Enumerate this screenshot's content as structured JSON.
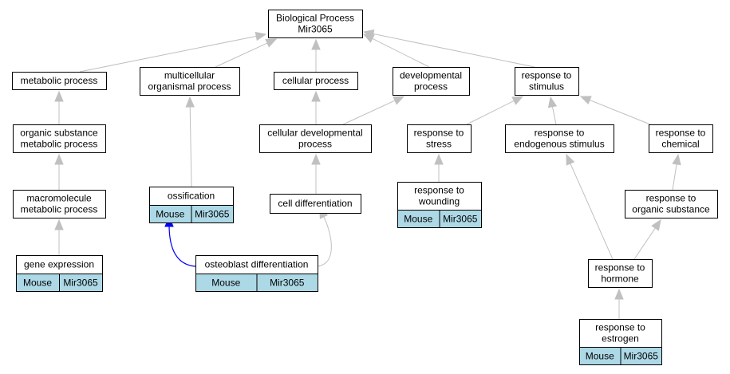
{
  "nodes": {
    "biological_process": {
      "lines": [
        "Biological Process",
        "Mir3065"
      ]
    },
    "metabolic_process": {
      "lines": [
        "metabolic process"
      ]
    },
    "multicellular_organismal_process": {
      "lines": [
        "multicellular",
        "organismal process"
      ]
    },
    "cellular_process": {
      "lines": [
        "cellular process"
      ]
    },
    "developmental_process": {
      "lines": [
        "developmental",
        "process"
      ]
    },
    "response_to_stimulus": {
      "lines": [
        "response to",
        "stimulus"
      ]
    },
    "organic_substance_metabolic_process": {
      "lines": [
        "organic substance",
        "metabolic process"
      ]
    },
    "cellular_developmental_process": {
      "lines": [
        "cellular developmental",
        "process"
      ]
    },
    "response_to_stress": {
      "lines": [
        "response to",
        "stress"
      ]
    },
    "response_to_endogenous_stimulus": {
      "lines": [
        "response to",
        "endogenous stimulus"
      ]
    },
    "response_to_chemical": {
      "lines": [
        "response to",
        "chemical"
      ]
    },
    "macromolecule_metabolic_process": {
      "lines": [
        "macromolecule",
        "metabolic process"
      ]
    },
    "ossification": {
      "lines": [
        "ossification"
      ],
      "cells": [
        "Mouse",
        "Mir3065"
      ]
    },
    "cell_differentiation": {
      "lines": [
        "cell differentiation"
      ]
    },
    "response_to_wounding": {
      "lines": [
        "response to",
        "wounding"
      ],
      "cells": [
        "Mouse",
        "Mir3065"
      ]
    },
    "response_to_organic_substance": {
      "lines": [
        "response to",
        "organic substance"
      ]
    },
    "gene_expression": {
      "lines": [
        "gene expression"
      ],
      "cells": [
        "Mouse",
        "Mir3065"
      ]
    },
    "osteoblast_differentiation": {
      "lines": [
        "osteoblast differentiation"
      ],
      "cells": [
        "Mouse",
        "Mir3065"
      ]
    },
    "response_to_hormone": {
      "lines": [
        "response to",
        "hormone"
      ]
    },
    "response_to_estrogen": {
      "lines": [
        "response to",
        "estrogen"
      ],
      "cells": [
        "Mouse",
        "Mir3065"
      ]
    }
  },
  "edges": [
    {
      "from": "metabolic_process",
      "to": "biological_process"
    },
    {
      "from": "multicellular_organismal_process",
      "to": "biological_process"
    },
    {
      "from": "cellular_process",
      "to": "biological_process"
    },
    {
      "from": "developmental_process",
      "to": "biological_process"
    },
    {
      "from": "response_to_stimulus",
      "to": "biological_process"
    },
    {
      "from": "organic_substance_metabolic_process",
      "to": "metabolic_process"
    },
    {
      "from": "macromolecule_metabolic_process",
      "to": "organic_substance_metabolic_process"
    },
    {
      "from": "gene_expression",
      "to": "macromolecule_metabolic_process"
    },
    {
      "from": "ossification",
      "to": "multicellular_organismal_process"
    },
    {
      "from": "cellular_developmental_process",
      "to": "cellular_process"
    },
    {
      "from": "cellular_developmental_process",
      "to": "developmental_process"
    },
    {
      "from": "cell_differentiation",
      "to": "cellular_developmental_process"
    },
    {
      "from": "osteoblast_differentiation",
      "to": "cell_differentiation"
    },
    {
      "from": "osteoblast_differentiation",
      "to": "ossification",
      "color": "#0000ff"
    },
    {
      "from": "response_to_stress",
      "to": "response_to_stimulus"
    },
    {
      "from": "response_to_endogenous_stimulus",
      "to": "response_to_stimulus"
    },
    {
      "from": "response_to_chemical",
      "to": "response_to_stimulus"
    },
    {
      "from": "response_to_wounding",
      "to": "response_to_stress"
    },
    {
      "from": "response_to_organic_substance",
      "to": "response_to_chemical"
    },
    {
      "from": "response_to_hormone",
      "to": "response_to_endogenous_stimulus"
    },
    {
      "from": "response_to_hormone",
      "to": "response_to_organic_substance"
    },
    {
      "from": "response_to_estrogen",
      "to": "response_to_hormone"
    }
  ],
  "colors": {
    "node_fill": "#ffffff",
    "cell_fill": "#add8e6",
    "edge": "#c0c0c0",
    "highlight_edge": "#0000ff"
  }
}
